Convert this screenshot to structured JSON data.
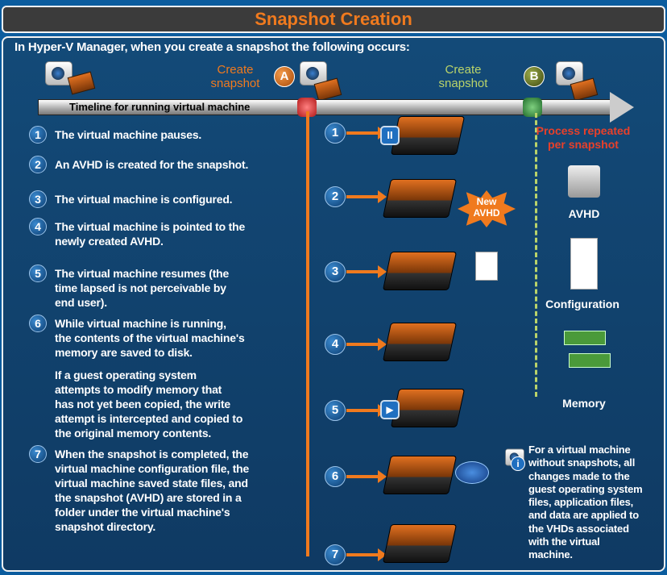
{
  "title": "Snapshot Creation",
  "intro": "In Hyper-V Manager, when you create a snapshot the following occurs:",
  "timeline_label": "Timeline for running virtual machine",
  "markers": [
    {
      "letter": "A",
      "label_line1": "Create",
      "label_line2": "snapshot",
      "color": "#f07a1e"
    },
    {
      "letter": "B",
      "label_line1": "Create",
      "label_line2": "snapshot",
      "color": "#b9d36a"
    }
  ],
  "process_note": {
    "line1": "Process repeated",
    "line2": "per snapshot",
    "color": "#e8402a"
  },
  "artifacts": [
    "AVHD",
    "Configuration",
    "Memory"
  ],
  "new_avhd": {
    "line1": "New",
    "line2": "AVHD"
  },
  "steps": [
    {
      "n": "1",
      "lines": [
        "The virtual machine pauses."
      ]
    },
    {
      "n": "2",
      "lines": [
        "An AVHD is created for the snapshot."
      ]
    },
    {
      "n": "3",
      "lines": [
        "The virtual machine is configured."
      ]
    },
    {
      "n": "4",
      "lines": [
        "The virtual machine is pointed to the",
        "newly created AVHD."
      ]
    },
    {
      "n": "5",
      "lines": [
        "The virtual machine resumes (the",
        "time lapsed is not perceivable by",
        "end user)."
      ]
    },
    {
      "n": "6",
      "lines": [
        "While virtual machine is running,",
        "the contents of the virtual machine's",
        "memory are saved to disk."
      ]
    },
    {
      "n": "7",
      "lines": [
        "When the snapshot is completed, the",
        "virtual machine configuration file, the",
        "virtual machine saved state files, and",
        "the snapshot (AVHD) are stored in a",
        "folder under the virtual machine's",
        "snapshot directory."
      ]
    }
  ],
  "step6_note": [
    "If a guest operating system",
    "attempts to modify memory that",
    "has not yet been copied, the write",
    "attempt is intercepted and copied to",
    "the original memory contents."
  ],
  "info_note": [
    "For a virtual machine",
    "without snapshots, all",
    "changes made to the",
    "guest operating system",
    "files, application files,",
    "and data are applied to",
    "the VHDs associated",
    "with the virtual",
    "machine."
  ]
}
